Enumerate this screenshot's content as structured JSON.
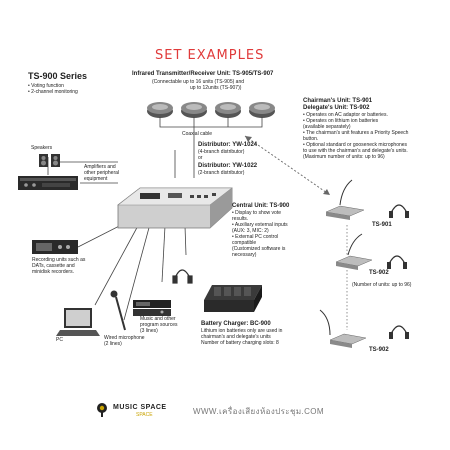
{
  "title": "SET EXAMPLES",
  "series": {
    "name": "TS-900 Series",
    "features": [
      "• Voting function",
      "• 2-channel monitoring"
    ]
  },
  "infrared": {
    "title": "Infrared Transmitter/Receiver Unit: TS-905/TS-907",
    "line1": "(Connectable up to 16 units (TS-905) and",
    "line2": "up to 12units (TS-907))"
  },
  "coaxial": "Coaxial cable",
  "distributor1": {
    "title": "Distributor: YW-1024",
    "line1": "(4-branch distributor)",
    "line2": "or"
  },
  "distributor2": {
    "title": "Distributor: YW-1022",
    "line1": "(2-branch distributor)"
  },
  "chairman": {
    "title1": "Chairman's Unit: TS-901",
    "title2": "Delegate's Unit: TS-902",
    "lines": [
      "• Operates on AC adaptor or batteries.",
      "• Operates on lithium ion batteries",
      "  (available separately)",
      "• The chairman's unit features a Priority Speech",
      "  button.",
      "• Optional standard or gooseneck microphones",
      "  to use with the chairman's and delegate's units.",
      "  (Maximum number of units: up to 96)"
    ]
  },
  "speakers": "Speakers",
  "amplifiers": {
    "line1": "Amplifiers and",
    "line2": "other peripheral",
    "line3": "equipment"
  },
  "central": {
    "title": "Central Unit: TS-900",
    "lines": [
      "• Display to show vote",
      "  results.",
      "• Auxiliary external inputs",
      "  (AUX: 3, MIC: 2)",
      "• External PC control",
      "  compatible",
      "  (Customized software is",
      "  necessary)"
    ]
  },
  "recording": {
    "line1": "Recording units such as",
    "line2": "DATs, cassette and",
    "line3": "minidisk recorders."
  },
  "music": {
    "line1": "Music and other",
    "line2": "program sources",
    "line3": "(3 lines)"
  },
  "wired_mic": {
    "line1": "Wired microphone",
    "line2": "(2 lines)"
  },
  "pc": "PC",
  "charger": {
    "title": "Battery Charger: BC-900",
    "line1": "Lithium ion batteries only are used in",
    "line2": "chairman's and delegate's units",
    "line3": "Number of battery charging slots: 8"
  },
  "ts901": "TS-901",
  "ts902a": "TS-902",
  "ts902b": "TS-902",
  "num_units": "(Number of units: up to 96)",
  "footer": {
    "brand": "MUSIC SPACE",
    "brand_sub": "SPACE",
    "site": "WWW.เครื่องเสียงห้องประชุม.COM"
  },
  "colors": {
    "title_red": "#e03a3a",
    "brand_gold": "#c9a300"
  }
}
